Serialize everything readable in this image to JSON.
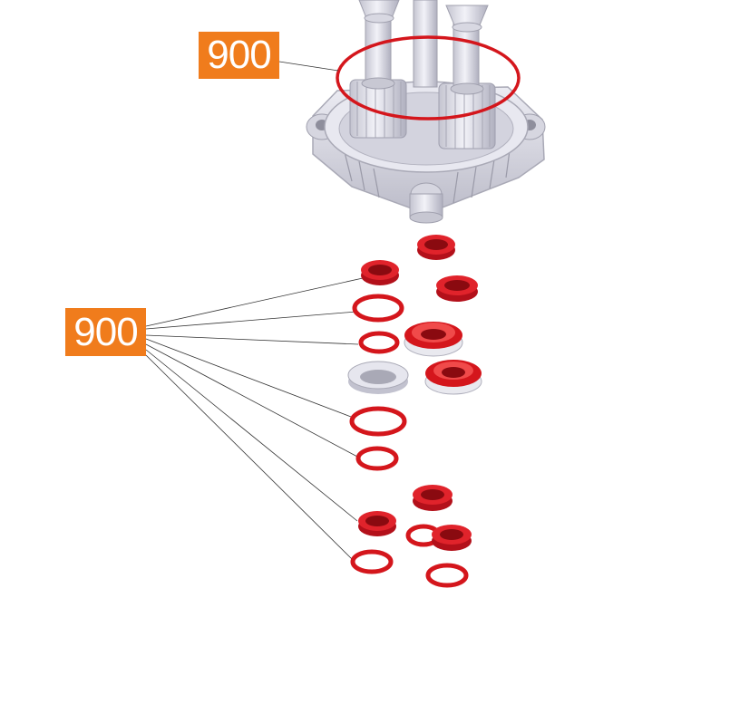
{
  "callouts": {
    "top": {
      "label": "900"
    },
    "left": {
      "label": "900"
    }
  },
  "colors": {
    "callout_bg": "#f07c1c",
    "seal_red": "#d4161c",
    "seal_red_dark": "#9e0c10",
    "seal_red_light": "#f04a4a",
    "housing_grey": "#dcdce6",
    "housing_shadow": "#a9a9b6",
    "leader_line": "#333333"
  },
  "parts": {
    "housing": "pump-gear-housing",
    "seal_icon": "o-ring-icon"
  }
}
